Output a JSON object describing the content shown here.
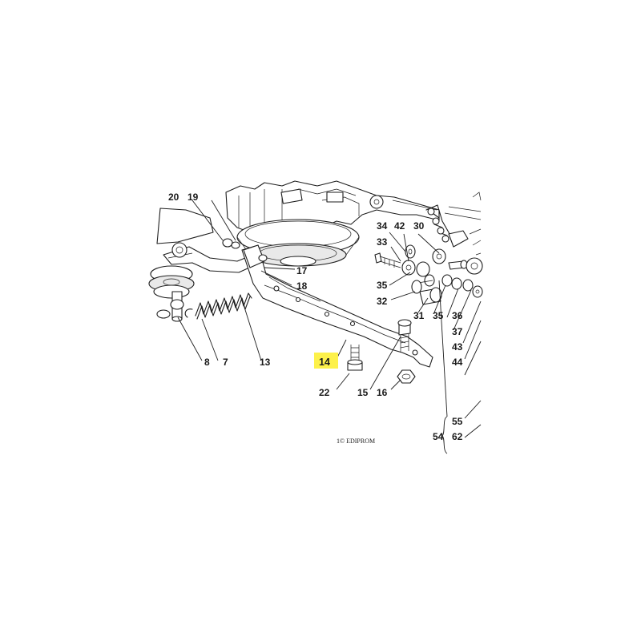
{
  "diagram": {
    "highlight_color": "#fdf14a",
    "highlighted_part": "14",
    "callouts": [
      {
        "id": "20",
        "text": "20"
      },
      {
        "id": "19",
        "text": "19"
      },
      {
        "id": "17",
        "text": "17"
      },
      {
        "id": "18",
        "text": "18"
      },
      {
        "id": "8",
        "text": "8"
      },
      {
        "id": "7",
        "text": "7"
      },
      {
        "id": "13",
        "text": "13"
      },
      {
        "id": "14",
        "text": "14"
      },
      {
        "id": "22",
        "text": "22"
      },
      {
        "id": "15",
        "text": "15"
      },
      {
        "id": "16",
        "text": "16"
      },
      {
        "id": "34",
        "text": "34"
      },
      {
        "id": "42",
        "text": "42"
      },
      {
        "id": "30",
        "text": "30"
      },
      {
        "id": "33",
        "text": "33"
      },
      {
        "id": "35a",
        "text": "35"
      },
      {
        "id": "32",
        "text": "32"
      },
      {
        "id": "31",
        "text": "31"
      },
      {
        "id": "35b",
        "text": "35"
      },
      {
        "id": "36",
        "text": "36"
      },
      {
        "id": "37",
        "text": "37"
      },
      {
        "id": "43",
        "text": "43"
      },
      {
        "id": "44",
        "text": "44"
      },
      {
        "id": "55",
        "text": "55"
      },
      {
        "id": "54",
        "text": "54"
      },
      {
        "id": "62",
        "text": "62"
      }
    ],
    "footer": "1© EDIPROM"
  }
}
